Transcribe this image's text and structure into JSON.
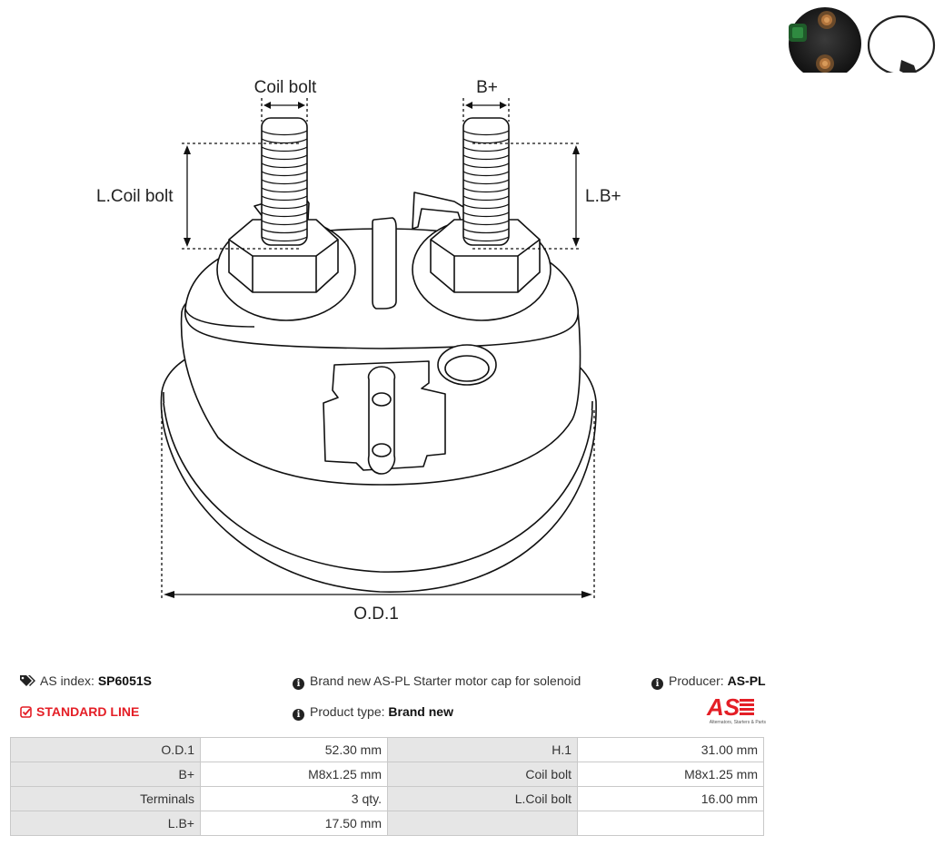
{
  "drawing": {
    "labels": {
      "coil_bolt": "Coil bolt",
      "b_plus": "B+",
      "l_coil_bolt": "L.Coil bolt",
      "l_b_plus": "L.B+",
      "od1": "O.D.1"
    }
  },
  "info": {
    "as_index_label": "AS index:",
    "as_index_value": "SP6051S",
    "standard_line": "STANDARD LINE",
    "description": "Brand new AS-PL Starter motor cap for solenoid",
    "product_type_label": "Product type:",
    "product_type_value": "Brand new",
    "producer_label": "Producer:",
    "producer_value": "AS-PL",
    "logo_text": "AS",
    "logo_tagline": "Alternators, Starters & Parts"
  },
  "specs": {
    "rows": [
      {
        "k1": "O.D.1",
        "v1": "52.30 mm",
        "k2": "H.1",
        "v2": "31.00 mm"
      },
      {
        "k1": "B+",
        "v1": "M8x1.25 mm",
        "k2": "Coil bolt",
        "v2": "M8x1.25 mm"
      },
      {
        "k1": "Terminals",
        "v1": "3 qty.",
        "k2": "L.Coil bolt",
        "v2": "16.00 mm"
      },
      {
        "k1": "L.B+",
        "v1": "17.50 mm",
        "k2": "",
        "v2": ""
      }
    ]
  },
  "colors": {
    "accent": "#e41e26",
    "table_key_bg": "#e6e6e6",
    "table_border": "#c9c9c9"
  }
}
